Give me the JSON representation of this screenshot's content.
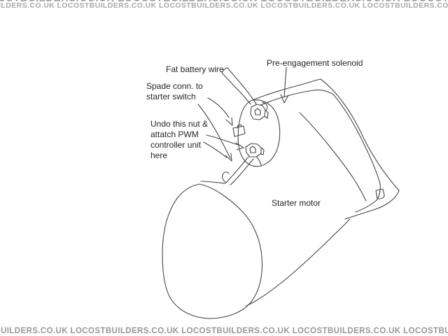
{
  "watermark": {
    "text": "LOCOSTBUILDERS.CO.UK",
    "row": "LOCOSTBUILDERS.CO.UK  LOCOSTBUILDERS.CO.UK  LOCOSTBUILDERS.CO.UK  LOCOSTBUILDERS.CO.UK  LOCOSTBUILDERS.CO.UK  LOCOSTBUILDERS.CO.UK  LOCOSTBUILDERS.CO.UK",
    "top_color": "#a9a9a9",
    "bottom_color": "#979797"
  },
  "diagram": {
    "labels": {
      "fat_battery_wire": "Fat battery wire",
      "pre_engagement_solenoid": "Pre-engagement solenoid",
      "spade_conn": "Spade conn. to\nstarter switch",
      "undo_nut": "Undo this nut &\nattatch PWM\ncontroller unit\nhere",
      "starter_motor": "Starter motor"
    },
    "line_color": "#474747",
    "background": "#ffffff"
  }
}
